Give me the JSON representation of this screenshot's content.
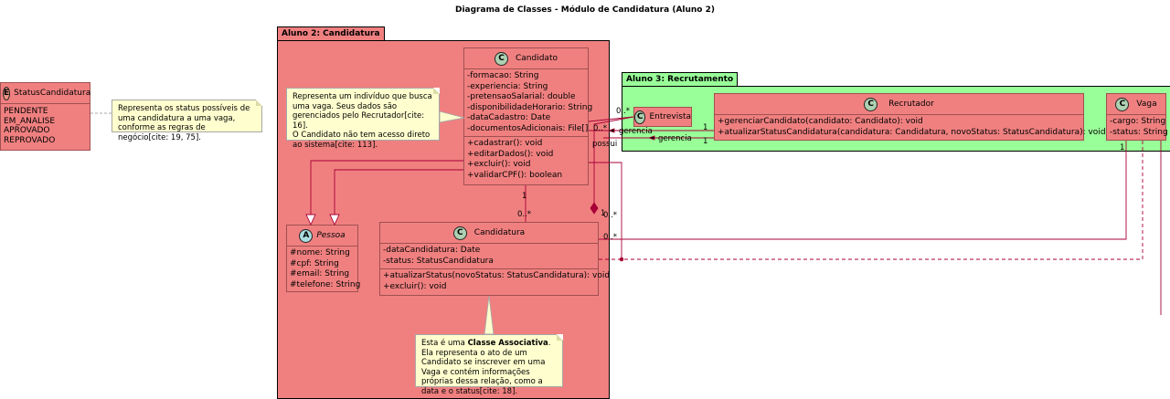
{
  "title": "Diagrama de Classes - Módulo de Candidatura (Aluno 2)",
  "packages": {
    "candidatura": "Aluno 2: Candidatura",
    "recrutamento": "Aluno 3: Recrutamento"
  },
  "classes": {
    "status": {
      "name": "StatusCandidatura",
      "stereotype": "E",
      "attributes": [
        "PENDENTE",
        "EM_ANALISE",
        "APROVADO",
        "REPROVADO"
      ]
    },
    "candidato": {
      "name": "Candidato",
      "stereotype": "C",
      "attributes": [
        "-formacao: String",
        "-experiencia: String",
        "-pretensaoSalarial: double",
        "-disponibilidadeHorario: String",
        "-dataCadastro: Date",
        "-documentosAdicionais: File[]"
      ],
      "methods": [
        "+cadastrar(): void",
        "+editarDados(): void",
        "+excluir(): void",
        "+validarCPF(): boolean"
      ]
    },
    "pessoa": {
      "name": "Pessoa",
      "stereotype": "A",
      "attributes": [
        "#nome: String",
        "#cpf: String",
        "#email: String",
        "#telefone: String"
      ]
    },
    "candidatura": {
      "name": "Candidatura",
      "stereotype": "C",
      "attributes": [
        "-dataCandidatura: Date",
        "-status: StatusCandidatura"
      ],
      "methods": [
        "+atualizarStatus(novoStatus: StatusCandidatura): void",
        "+excluir(): void"
      ]
    },
    "entrevista": {
      "name": "Entrevista",
      "stereotype": "C"
    },
    "recrutador": {
      "name": "Recrutador",
      "stereotype": "C",
      "methods": [
        "+gerenciarCandidato(candidato: Candidato): void",
        "+atualizarStatusCandidatura(candidatura: Candidatura, novoStatus: StatusCandidatura): void"
      ]
    },
    "vaga": {
      "name": "Vaga",
      "stereotype": "C",
      "attributes": [
        "-cargo: String",
        "-status: String"
      ]
    }
  },
  "notes": {
    "status": "Representa os status possíveis de uma candidatura a uma vaga, conforme as regras de negócio[cite: 19, 75].",
    "candidato_1": "Representa um indivíduo que busca uma vaga. Seus dados são gerenciados pelo Recrutador[cite: 16].",
    "candidato_2": "O Candidato não tem acesso direto ao sistema[cite: 113].",
    "assoc_pre": "Esta é uma ",
    "assoc_bold": "Classe Associativa",
    "assoc_post": ". Ela representa o ato de um Candidato se inscrever em uma Vaga e contém informações próprias dessa relação, como a data e o status[cite: 18]."
  },
  "labels": {
    "m_0star_a": "0..*",
    "m_0star_b": "0..*",
    "m_0star_c": "0..*",
    "m_0star_d": "0..*",
    "m_0star_e": "0..*",
    "m_1_a": "1",
    "m_1_b": "1",
    "m_1_c": "1",
    "m_1_d": "1",
    "m_1_e": "1",
    "gerencia_1": "gerencia",
    "gerencia_2": "gerencia",
    "possui": "possui"
  },
  "colors": {
    "package_red": "#f08080",
    "package_green": "#99ff99",
    "note": "#fefece",
    "link": "#a80036"
  }
}
